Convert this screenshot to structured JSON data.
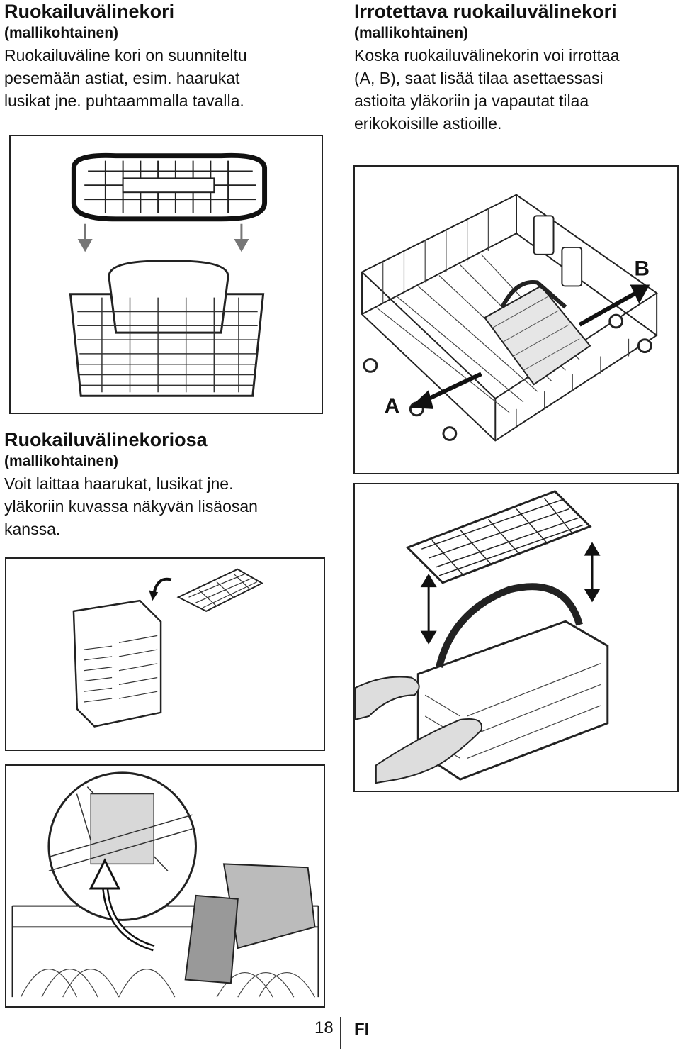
{
  "sections": {
    "cutlery_basket": {
      "title": "Ruokailuvälinekori",
      "subtitle": "(mallikohtainen)",
      "lines": [
        "Ruokailuväline kori on suunniteltu",
        "pesemään astiat, esim. haarukat",
        "lusikat jne. puhtaammalla tavalla."
      ]
    },
    "removable_basket": {
      "title": "Irrotettava ruokailuvälinekori",
      "subtitle": "(mallikohtainen)",
      "lines": [
        "Koska ruokailuvälinekorin voi irrottaa",
        "(A, B), saat lisää tilaa asettaessasi",
        "astioita yläkoriin ja vapautat tilaa",
        "erikokoisille astioille."
      ]
    },
    "cutlery_section": {
      "title": "Ruokailuvälinekoriosa",
      "subtitle": "(mallikohtainen)",
      "lines": [
        "Voit laittaa haarukat, lusikat jne.",
        "yläkoriin kuvassa näkyvän lisäosan",
        "kanssa."
      ]
    }
  },
  "figures": {
    "removable_basket_rack": {
      "label_a": "A",
      "label_b": "B"
    }
  },
  "footer": {
    "page_number": "18",
    "language": "FI"
  }
}
